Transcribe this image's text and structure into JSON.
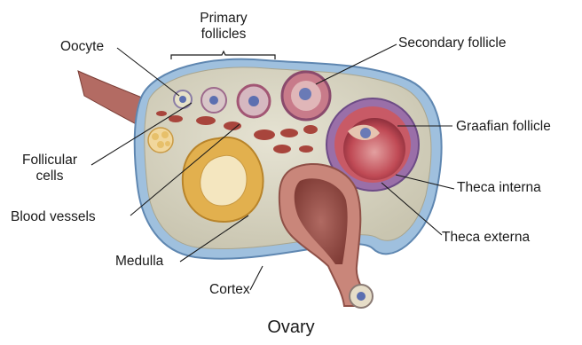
{
  "diagram": {
    "title": "Ovary",
    "labels": {
      "primary_follicles_line1": "Primary",
      "primary_follicles_line2": "follicles",
      "oocyte": "Oocyte",
      "secondary_follicle": "Secondary follicle",
      "graafian_follicle": "Graafian follicle",
      "follicular_cells_line1": "Follicular",
      "follicular_cells_line2": "cells",
      "theca_interna": "Theca interna",
      "blood_vessels": "Blood vessels",
      "theca_externa": "Theca externa",
      "medulla": "Medulla",
      "cortex": "Cortex"
    },
    "colors": {
      "stroma": "#d9d6c4",
      "cortex_blue": "#8fb2d6",
      "follicle_purple": "#9a6fa8",
      "follicle_red": "#c0404a",
      "corpus_yellow": "#e2b04e",
      "blood_vessel": "#a8453c",
      "tube_pink": "#c9867a"
    }
  }
}
